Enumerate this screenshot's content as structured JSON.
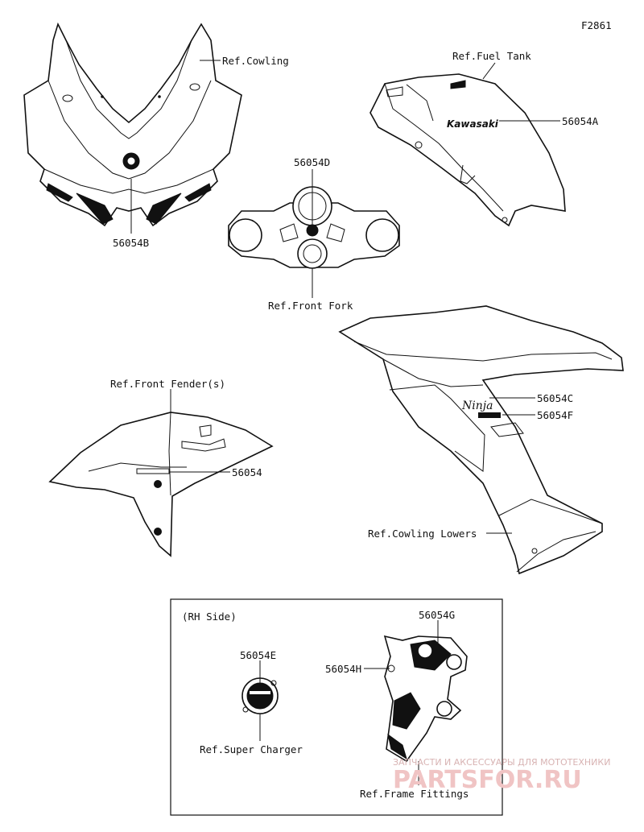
{
  "diagram_code": "F2861",
  "labels": {
    "ref_cowling": "Ref.Cowling",
    "ref_fuel_tank": "Ref.Fuel Tank",
    "part_56054A": "56054A",
    "part_56054B": "56054B",
    "part_56054D": "56054D",
    "ref_front_fork": "Ref.Front Fork",
    "ref_front_fender": "Ref.Front Fender(s)",
    "part_56054": "56054",
    "part_56054C": "56054C",
    "part_56054F": "56054F",
    "ref_cowling_lowers": "Ref.Cowling Lowers",
    "rh_side": "(RH Side)",
    "part_56054E": "56054E",
    "part_56054G": "56054G",
    "part_56054H": "56054H",
    "ref_super_charger": "Ref.Super Charger",
    "ref_frame_fittings": "Ref.Frame Fittings"
  },
  "decals": {
    "tank_brand": "Kawasaki",
    "side_model": "Ninja"
  },
  "watermark": {
    "tagline": "ЗАПЧАСТИ И АКСЕССУАРЫ ДЛЯ МОТОТЕХНИКИ",
    "brand": "PARTSFOR.RU"
  }
}
